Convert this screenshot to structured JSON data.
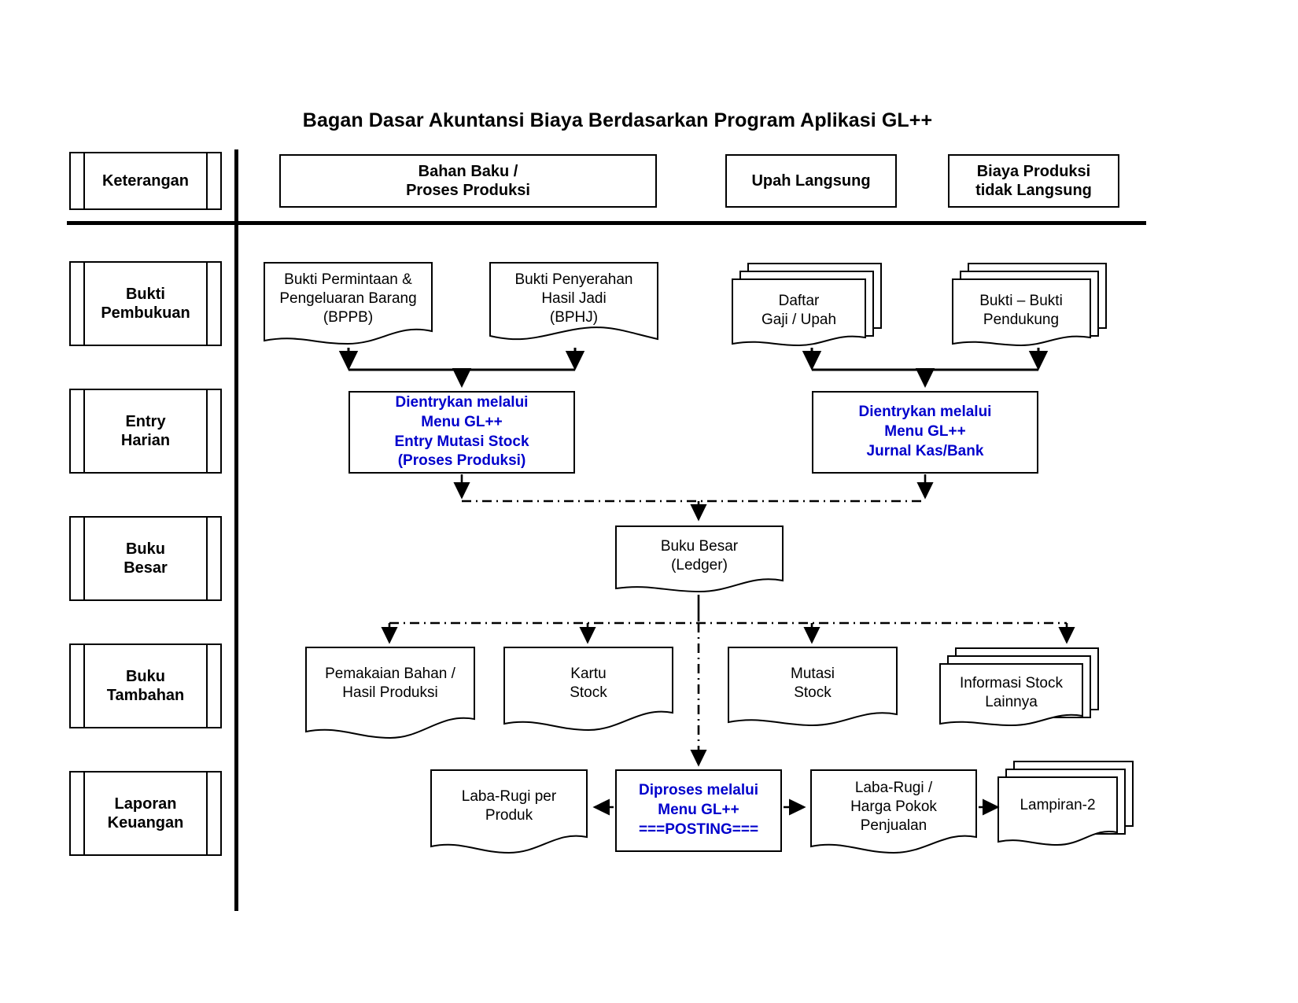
{
  "diagram": {
    "title": "Bagan Dasar Akuntansi Biaya Berdasarkan Program Aplikasi  GL++",
    "accent_blue": "#0000CC",
    "line_color": "#000000",
    "background": "#FFFFFF"
  },
  "legend_column": {
    "header": "Keterangan",
    "rows": [
      {
        "label": "Bukti\nPembukuan",
        "line1": "Bukti",
        "line2": "Pembukuan"
      },
      {
        "label": "Entry\nHarian",
        "line1": "Entry",
        "line2": "Harian"
      },
      {
        "label": "Buku\nBesar",
        "line1": "Buku",
        "line2": "Besar"
      },
      {
        "label": "Buku\nTambahan",
        "line1": "Buku",
        "line2": "Tambahan"
      },
      {
        "label": "Laporan\nKeuangan",
        "line1": "Laporan",
        "line2": "Keuangan"
      }
    ]
  },
  "column_headers": [
    {
      "id": "bahan-baku",
      "line1": "Bahan Baku /",
      "line2": "Proses Produksi"
    },
    {
      "id": "upah-langsung",
      "line1": "Upah Langsung",
      "line2": ""
    },
    {
      "id": "biaya-produksi",
      "line1": "Biaya Produksi",
      "line2": "tidak Langsung"
    }
  ],
  "nodes": {
    "bppb": {
      "l1": "Bukti Permintaan  &",
      "l2": "Pengeluaran Barang",
      "l3": "(BPPB)"
    },
    "bphj": {
      "l1": "Bukti Penyerahan",
      "l2": "Hasil Jadi",
      "l3": "(BPHJ)"
    },
    "daftar_gaji": {
      "l1": "Daftar",
      "l2": "Gaji / Upah",
      "l3": ""
    },
    "bukti_pendukung": {
      "l1": "Bukti – Bukti",
      "l2": "Pendukung",
      "l3": ""
    },
    "entry_stock": {
      "l1": "Dientrykan melalui",
      "l2": "Menu GL++",
      "l3": "Entry Mutasi Stock",
      "l4": "(Proses Produksi)"
    },
    "entry_kas": {
      "l1": "Dientrykan melalui",
      "l2": "Menu GL++",
      "l3": "Jurnal Kas/Bank",
      "l4": ""
    },
    "buku_besar": {
      "l1": "Buku Besar",
      "l2": "(Ledger)",
      "l3": ""
    },
    "pemakaian": {
      "l1": "Pemakaian Bahan /",
      "l2": "Hasil Produksi",
      "l3": ""
    },
    "kartu_stock": {
      "l1": "Kartu",
      "l2": "Stock",
      "l3": ""
    },
    "mutasi_stock": {
      "l1": "Mutasi",
      "l2": "Stock",
      "l3": ""
    },
    "info_stock": {
      "l1": "Informasi Stock",
      "l2": "Lainnya",
      "l3": ""
    },
    "laba_produk": {
      "l1": "Laba-Rugi per",
      "l2": "Produk",
      "l3": ""
    },
    "posting": {
      "l1": "Diproses melalui",
      "l2": "Menu GL++",
      "l3": "===POSTING===",
      "l4": ""
    },
    "laba_hpp": {
      "l1": "Laba-Rugi /",
      "l2": "Harga Pokok",
      "l3": "Penjualan"
    },
    "lampiran": {
      "l1": "Lampiran-2",
      "l2": "",
      "l3": ""
    }
  },
  "edges": [
    {
      "from": "bppb",
      "to": "entry_stock",
      "style": "solid"
    },
    {
      "from": "bphj",
      "to": "entry_stock",
      "style": "solid"
    },
    {
      "from": "daftar_gaji",
      "to": "entry_kas",
      "style": "solid"
    },
    {
      "from": "bukti_pendukung",
      "to": "entry_kas",
      "style": "solid"
    },
    {
      "from": "entry_stock",
      "to": "buku_besar",
      "style": "dash-dot"
    },
    {
      "from": "entry_kas",
      "to": "buku_besar",
      "style": "dash-dot"
    },
    {
      "from": "buku_besar",
      "to": "pemakaian",
      "style": "dash-dot"
    },
    {
      "from": "buku_besar",
      "to": "kartu_stock",
      "style": "dash-dot"
    },
    {
      "from": "buku_besar",
      "to": "mutasi_stock",
      "style": "dash-dot"
    },
    {
      "from": "buku_besar",
      "to": "info_stock",
      "style": "dash-dot"
    },
    {
      "from": "buku_besar",
      "to": "posting",
      "style": "dash-dot"
    },
    {
      "from": "posting",
      "to": "laba_produk",
      "style": "dash-dot"
    },
    {
      "from": "posting",
      "to": "laba_hpp",
      "style": "dash-dot"
    },
    {
      "from": "laba_hpp",
      "to": "lampiran",
      "style": "dash-dot"
    }
  ]
}
